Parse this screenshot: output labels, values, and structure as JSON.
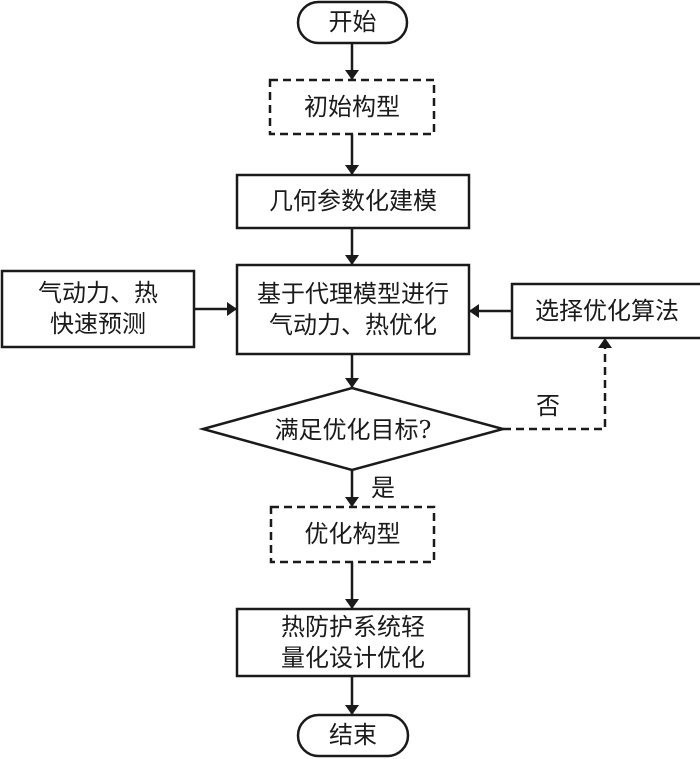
{
  "diagram": {
    "type": "flowchart",
    "colors": {
      "stroke": "#1a1a1a",
      "background": "#ffffff"
    },
    "nodes": {
      "start": {
        "shape": "terminal",
        "text": "开始"
      },
      "initial_config": {
        "shape": "dashed-rect",
        "text": "初始构型"
      },
      "param_modeling": {
        "shape": "rect",
        "text": "几何参数化建模"
      },
      "surrogate_opt": {
        "shape": "rect",
        "line1": "基于代理模型进行",
        "line2": "气动力、热优化"
      },
      "fast_predict": {
        "shape": "rect",
        "line1": "气动力、热",
        "line2": "快速预测"
      },
      "select_algorithm": {
        "shape": "rect",
        "text": "选择优化算法"
      },
      "decision": {
        "shape": "diamond",
        "text": "满足优化目标?"
      },
      "optimized_config": {
        "shape": "dashed-rect",
        "text": "优化构型"
      },
      "tps_opt": {
        "shape": "rect",
        "line1": "热防护系统轻",
        "line2": "量化设计优化"
      },
      "end": {
        "shape": "terminal",
        "text": "结束"
      }
    },
    "edges": [
      {
        "from": "start",
        "to": "initial_config"
      },
      {
        "from": "initial_config",
        "to": "param_modeling"
      },
      {
        "from": "param_modeling",
        "to": "surrogate_opt"
      },
      {
        "from": "fast_predict",
        "to": "surrogate_opt"
      },
      {
        "from": "select_algorithm",
        "to": "surrogate_opt"
      },
      {
        "from": "surrogate_opt",
        "to": "decision"
      },
      {
        "from": "decision",
        "to": "select_algorithm",
        "label": "否",
        "style": "dashed"
      },
      {
        "from": "decision",
        "to": "optimized_config",
        "label": "是"
      },
      {
        "from": "optimized_config",
        "to": "tps_opt"
      },
      {
        "from": "tps_opt",
        "to": "end"
      }
    ],
    "edge_labels": {
      "no": "否",
      "yes": "是"
    }
  }
}
